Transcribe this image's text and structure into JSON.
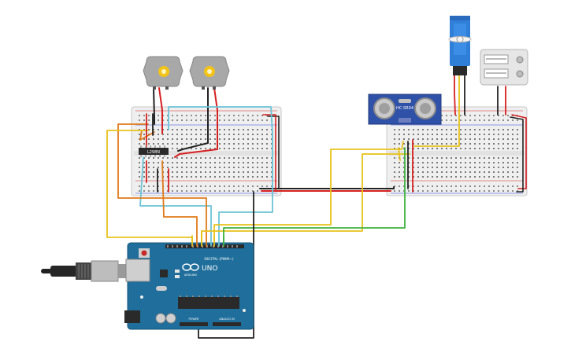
{
  "components": {
    "driver_chip": {
      "label": "L298N"
    },
    "ultrasonic_sensor": {
      "label": "HC-SR04"
    },
    "arduino": {
      "brand": "ARDUINO",
      "model": "UNO",
      "header_digital": "DIGITAL (PWM~)",
      "header_power": "POWER",
      "header_analog": "ANALOG IN"
    }
  },
  "colors": {
    "wire_red": "#d62020",
    "wire_black": "#222222",
    "wire_yellow": "#e8c21a",
    "wire_orange": "#e07a1a",
    "wire_cyan": "#6cc3d5",
    "wire_green": "#3fb23f",
    "arduino_blue": "#1f6e9b",
    "breadboard": "#ececec",
    "servo_blue": "#2f7fd8"
  },
  "icons": [
    "motor",
    "servo",
    "battery-pack",
    "ultrasonic-sensor",
    "usb-cable",
    "breadboard",
    "microcontroller"
  ]
}
